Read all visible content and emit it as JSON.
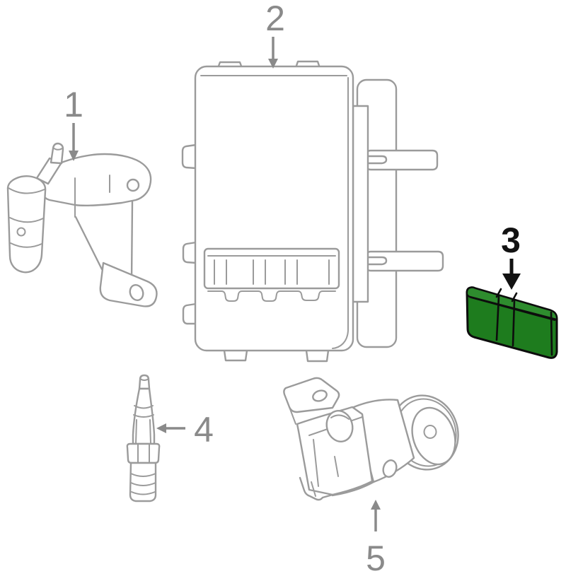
{
  "page": {
    "background": "#ffffff"
  },
  "diagram": {
    "type": "exploded-parts-line-drawing",
    "style": {
      "line_color": "#9b9b9b",
      "label_color": "#8a8a8a",
      "highlight_fill": "#1e7c1e",
      "highlight_fill_top": "#2e8c2e",
      "highlight_outline": "#0d0d0d",
      "highlight_label_color": "#121212"
    },
    "callouts": [
      {
        "number": "1",
        "part": "sensor-with-mounting-bracket",
        "arrow_direction": "down",
        "highlighted": false
      },
      {
        "number": "2",
        "part": "engine-control-module",
        "arrow_direction": "down",
        "highlighted": false
      },
      {
        "number": "3",
        "part": "highlighted-module",
        "arrow_direction": "down",
        "highlighted": true
      },
      {
        "number": "4",
        "part": "spark-plug",
        "arrow_direction": "left",
        "highlighted": false
      },
      {
        "number": "5",
        "part": "coil-bracket-assembly",
        "arrow_direction": "up",
        "highlighted": false
      }
    ]
  }
}
